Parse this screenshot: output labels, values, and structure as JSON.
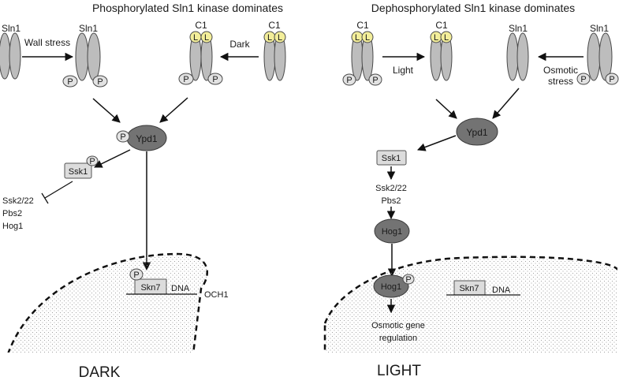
{
  "dark_panel": {
    "title": "Phosphorylated Sln1 kinase dominates",
    "sln1_left": "Sln1",
    "wall_stress": "Wall stress",
    "sln1_mid": "Sln1",
    "c1_mid": "C1",
    "dark_arrow": "Dark",
    "c1_right": "C1",
    "l": "L",
    "p": "P",
    "ypd1": "Ypd1",
    "ssk1": "Ssk1",
    "ssk2_22": "Ssk2/22",
    "pbs2": "Pbs2",
    "hog1": "Hog1",
    "skn7": "Skn7",
    "dna": "DNA",
    "och1": "OCH1",
    "footer": "DARK"
  },
  "light_panel": {
    "title": "Dephosphorylated Sln1 kinase dominates",
    "c1_left": "C1",
    "light_arrow": "Light",
    "c1_mid": "C1",
    "sln1_mid": "Sln1",
    "sln1_right": "Sln1",
    "osmotic": "Osmotic",
    "stress": "stress",
    "l": "L",
    "p": "P",
    "ypd1": "Ypd1",
    "ssk1": "Ssk1",
    "ssk2_22": "Ssk2/22",
    "pbs2": "Pbs2",
    "hog1": "Hog1",
    "hog1_nuc": "Hog1",
    "skn7": "Skn7",
    "dna": "DNA",
    "osmotic_gene": "Osmotic gene",
    "regulation": "regulation",
    "footer": "LIGHT"
  },
  "colors": {
    "membrane_protein": "#bdbdbd",
    "ligand": "#f3ee9a",
    "ypd1_hog1": "#737373",
    "box": "#dcdcdc"
  }
}
